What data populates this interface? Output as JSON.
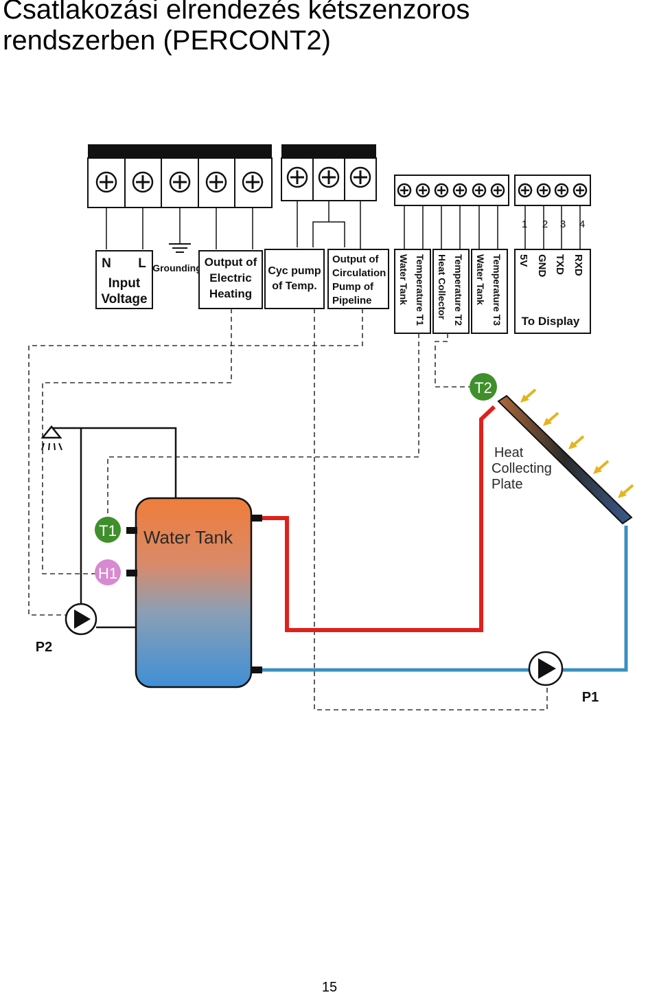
{
  "page": {
    "title_line1": "Csatlakozási elrendezés kétszenzoros",
    "title_line2": "rendszerben (PERCONT2)",
    "page_number": "15"
  },
  "diagram": {
    "terminal_groups": {
      "n_l": [
        "N",
        "L"
      ],
      "input_voltage": [
        "Input",
        "Voltage"
      ],
      "grounding": "Grounding",
      "electric_heating": [
        "Output of",
        "Electric",
        "Heating"
      ],
      "cyc_pump": [
        "Cyc pump",
        "of Temp."
      ],
      "circulation_pump": [
        "Output of",
        "Circulation",
        "Pump of",
        "Pipeline"
      ],
      "sensor_t1": [
        "Water Tank",
        "Temperature T1"
      ],
      "sensor_t2": [
        "Heat Collector",
        "Temperature T2"
      ],
      "sensor_t3": [
        "Water Tank",
        "Temperature T3"
      ],
      "display_pins": [
        "1",
        "2",
        "3",
        "4"
      ],
      "display_signals": [
        "5V",
        "GND",
        "TXD",
        "RXD"
      ],
      "to_display": "To Display"
    },
    "components": {
      "water_tank": "Water Tank",
      "heat_plate": [
        "Heat",
        "Collecting",
        "Plate"
      ],
      "t1": "T1",
      "t2": "T2",
      "h1": "H1",
      "p1": "P1",
      "p2": "P2"
    },
    "colors": {
      "hot_pipe": "#e0201b",
      "cold_pipe": "#3a8fc0",
      "sensor_green": "#3f8f2a",
      "heater_pink": "#d78ad0",
      "tank_top": "#ef7d3a",
      "tank_bottom": "#3f8fd6"
    }
  }
}
